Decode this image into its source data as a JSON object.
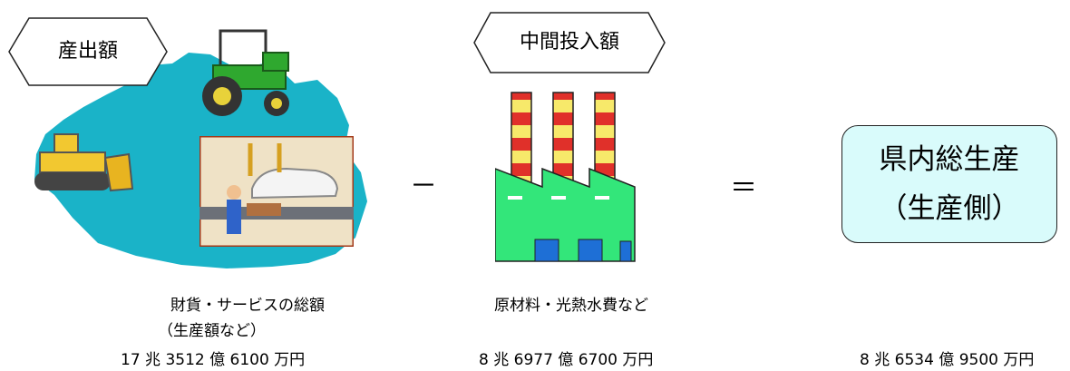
{
  "output_label": "産出額",
  "intermediate_label": "中間投入額",
  "minus_sign": "－",
  "equals_sign": "＝",
  "result": {
    "line1": "県内総生産",
    "line2": "（生産側）"
  },
  "output_desc": {
    "line1": "財貨・サービスの総額",
    "line2": "（生産額など）"
  },
  "intermediate_desc": "原材料・光熱水費など",
  "values": {
    "output": "17 兆 3512 億 6100 万円",
    "intermediate": "8 兆 6977 億 6700 万円",
    "gdp": "8 兆 6534 億 9500 万円"
  },
  "colors": {
    "map_fill": "#1ab3c8",
    "factory_fill": "#33e67a",
    "result_bg": "#d9fbfb"
  },
  "icons": [
    "map-icon",
    "tractor-icon",
    "bulldozer-icon",
    "car-factory-icon",
    "factory-icon"
  ]
}
